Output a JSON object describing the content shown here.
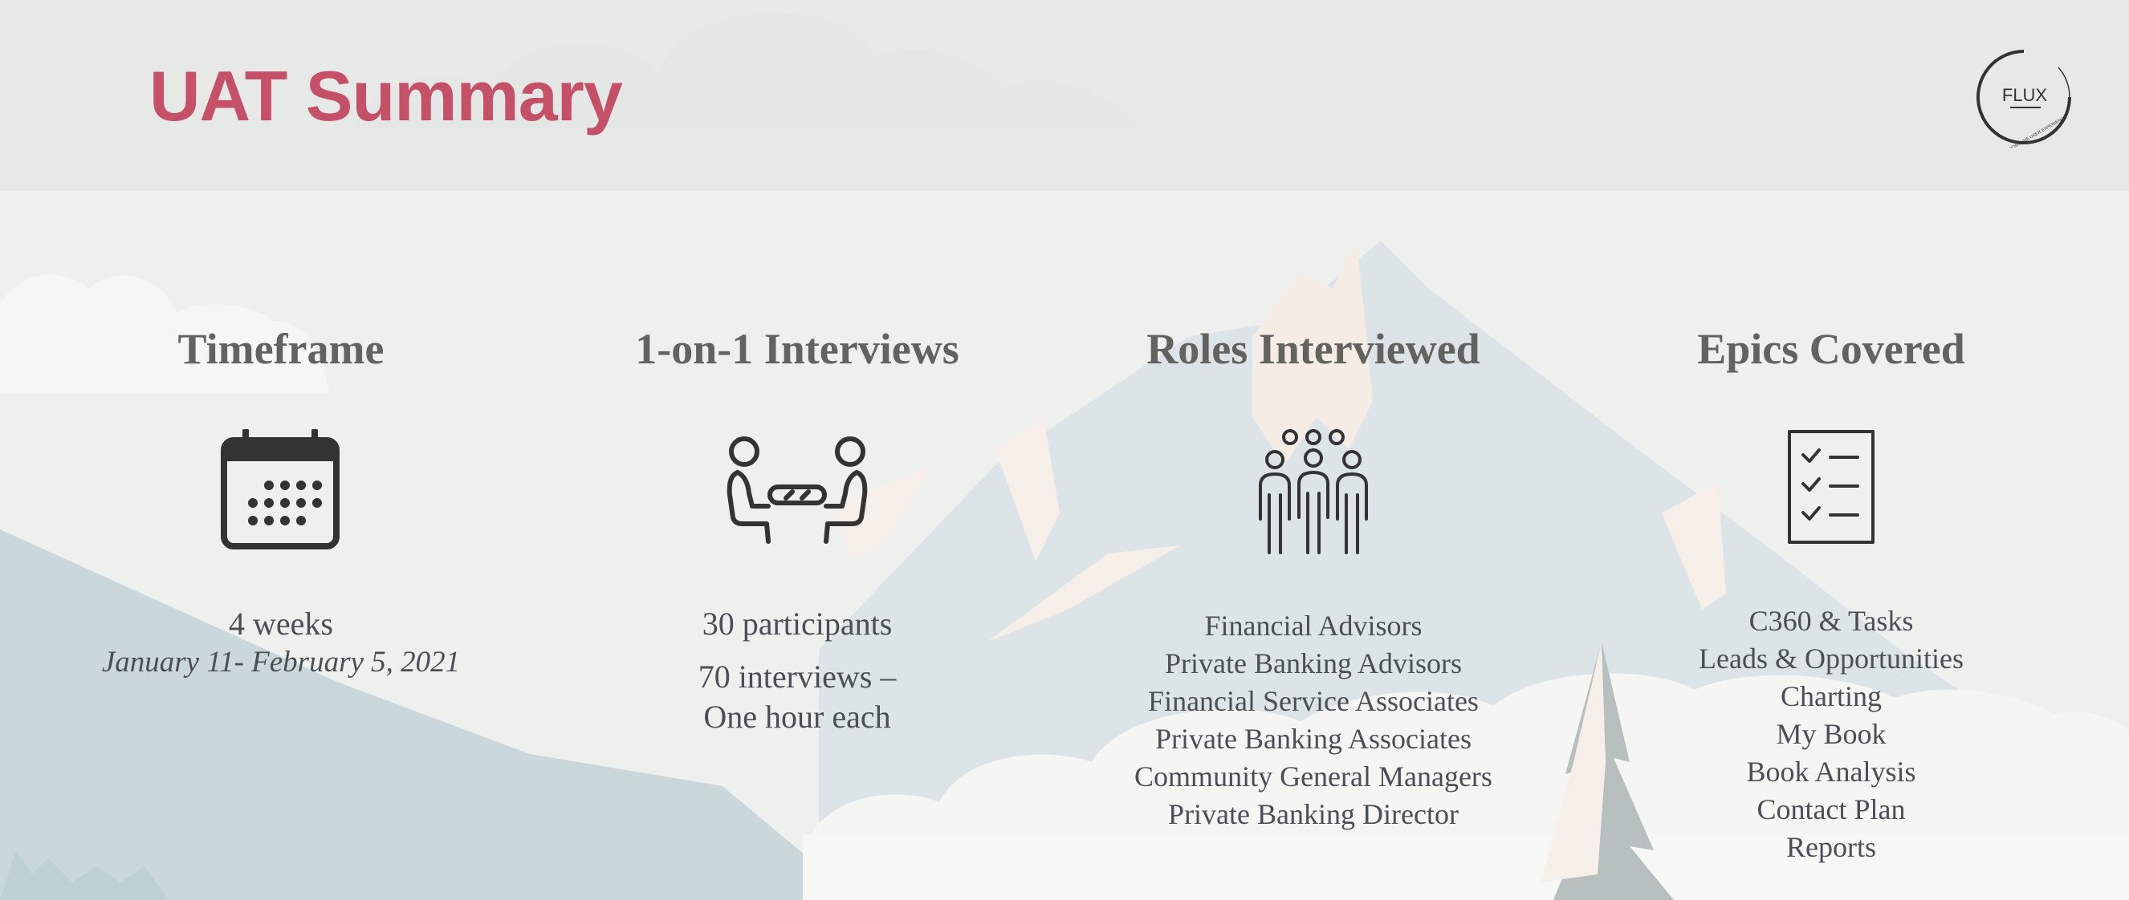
{
  "page": {
    "title": "UAT Summary"
  },
  "logo": {
    "brand": "FLUX",
    "tagline": "FRONTLINE USER EXPERIENCE"
  },
  "colors": {
    "title": "#c55168",
    "heading": "#62625f",
    "text": "#4b4f55",
    "icon": "#333333"
  },
  "sections": {
    "timeframe": {
      "heading": "Timeframe",
      "icon": "calendar-icon",
      "duration": "4 weeks",
      "dates": "January 11- February 5, 2021"
    },
    "interviews": {
      "heading": "1-on-1 Interviews",
      "icon": "interview-icon",
      "participants": "30 participants",
      "line1": "70 interviews –",
      "line2": "One hour each"
    },
    "roles": {
      "heading": "Roles Interviewed",
      "icon": "group-icon",
      "items": [
        "Financial Advisors",
        "Private Banking Advisors",
        "Financial Service Associates",
        "Private Banking Associates",
        "Community General Managers",
        "Private Banking Director"
      ]
    },
    "epics": {
      "heading": "Epics Covered",
      "icon": "checklist-icon",
      "items": [
        "C360 & Tasks",
        "Leads & Opportunities",
        "Charting",
        "My Book",
        "Book Analysis",
        "Contact Plan",
        "Reports"
      ]
    }
  }
}
